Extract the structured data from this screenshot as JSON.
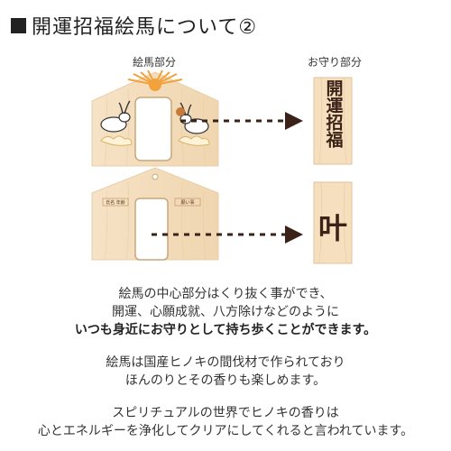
{
  "title": "開運招福絵馬について②",
  "labels": {
    "ema_part": "絵馬部分",
    "omamori_part": "お守り部分"
  },
  "ema_front_text": {
    "left_small": "氏名 年齢",
    "right_small": "願い事"
  },
  "tag_texts": {
    "front": "開運招福",
    "back": "叶"
  },
  "paragraphs": [
    {
      "lines": [
        "絵馬の中心部分はくり抜く事ができ、",
        "開運、心願成就、八方除けなどのように"
      ],
      "bold_line": "いつも身近にお守りとして持ち歩くことができます。"
    },
    {
      "lines": [
        "絵馬は国産ヒノキの間伐材で作られており",
        "ほんのりとその香りも楽しめます。"
      ]
    },
    {
      "lines": [
        "スピリチュアルの世界でヒノキの香りは",
        "心とエネルギーを浄化してクリアにしてくれると言われています。"
      ]
    }
  ],
  "colors": {
    "wood": "#f3dcbc",
    "wood_grain": "#e7c9a0",
    "arrow": "#3a2218",
    "sun": "#f2a23c",
    "brush": "#3b2318"
  }
}
